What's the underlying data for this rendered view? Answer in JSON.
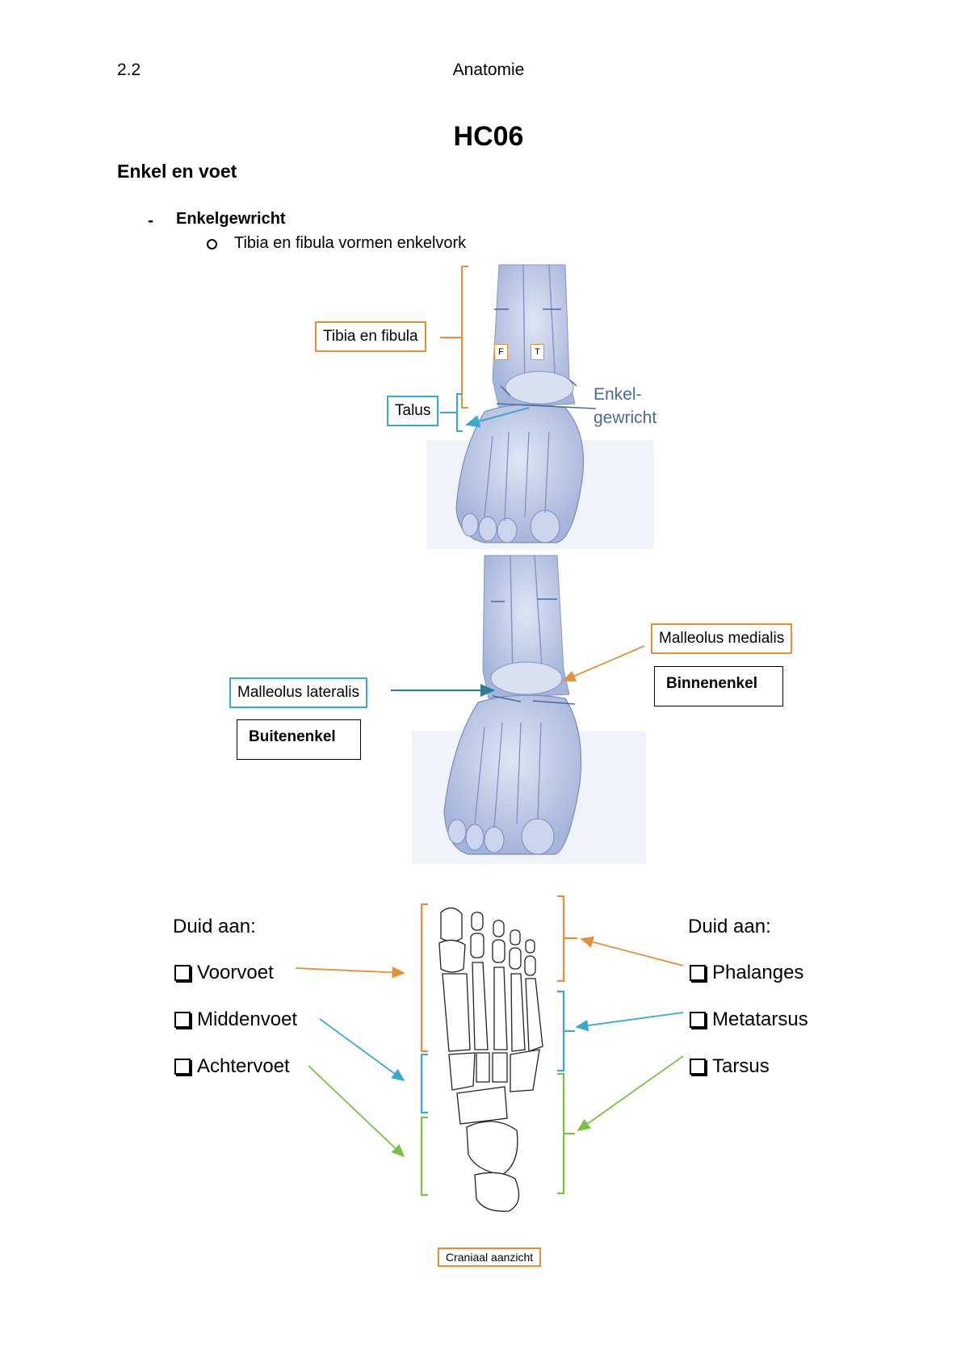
{
  "header": {
    "left": "2.2",
    "center": "Anatomie"
  },
  "title": "HC06",
  "subtitle": "Enkel en voet",
  "bullets": {
    "level1_marker": "-",
    "level1": "Enkelgewricht",
    "level2": "Tibia en fibula vormen enkelvork"
  },
  "figure1": {
    "tibia_fibula": "Tibia en fibula",
    "talus": "Talus",
    "enkel_line1": "Enkel-",
    "enkel_line2": "gewricht",
    "marker_f": "F",
    "marker_t": "T"
  },
  "figure2": {
    "malleolus_medialis": "Malleolus medialis",
    "binnenenkel": "Binnenenkel",
    "malleolus_lateralis": "Malleolus lateralis",
    "buitenenkel": "Buitenenkel"
  },
  "figure3": {
    "left_heading": "Duid aan:",
    "right_heading": "Duid aan:",
    "left_items": [
      "Voorvoet",
      "Middenvoet",
      "Achtervoet"
    ],
    "right_items": [
      "Phalanges",
      "Metatarsus",
      "Tarsus"
    ],
    "caption": "Craniaal aanzicht"
  },
  "colors": {
    "orange": "#e0913a",
    "blue": "#3aa9cf",
    "green": "#7cc242",
    "bone": "#a9b8dc"
  }
}
